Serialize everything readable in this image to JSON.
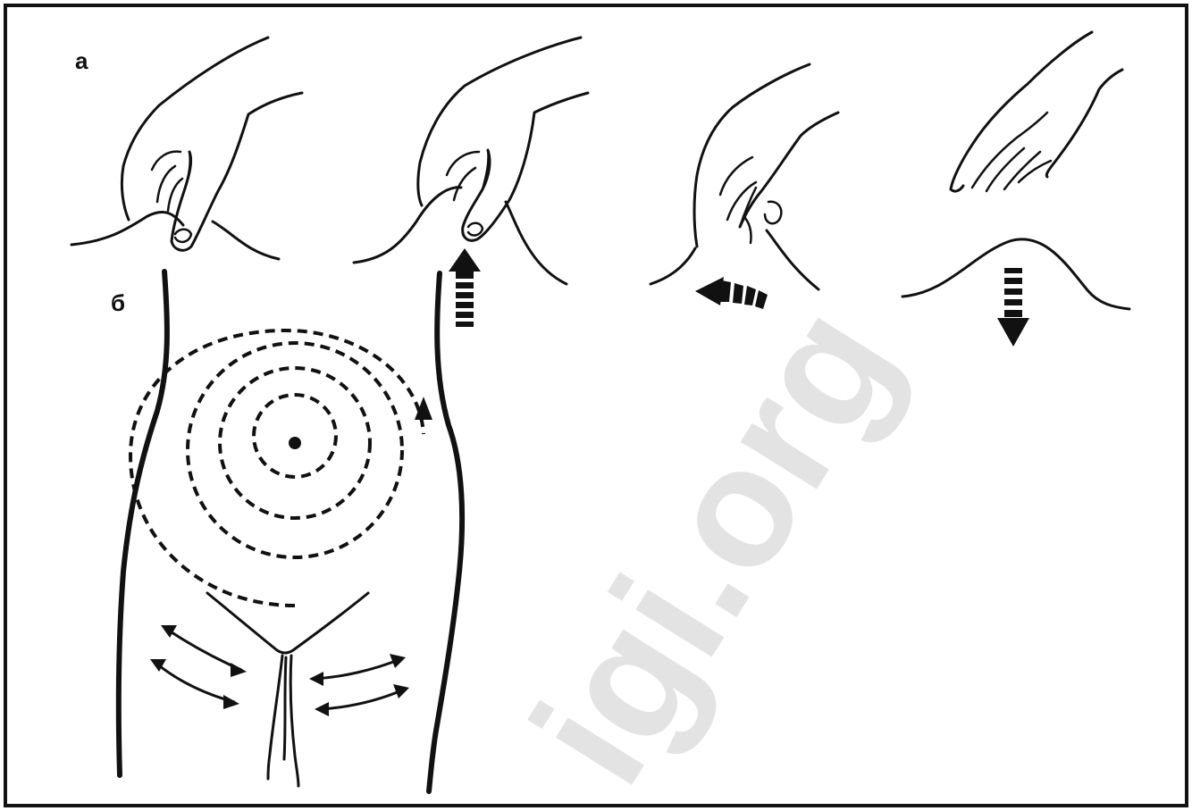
{
  "figure": {
    "panel_a_label": "а",
    "panel_b_label": "б",
    "watermark": "igi.org",
    "frame_color": "#111111",
    "watermark_color": "#e3e3e3"
  }
}
